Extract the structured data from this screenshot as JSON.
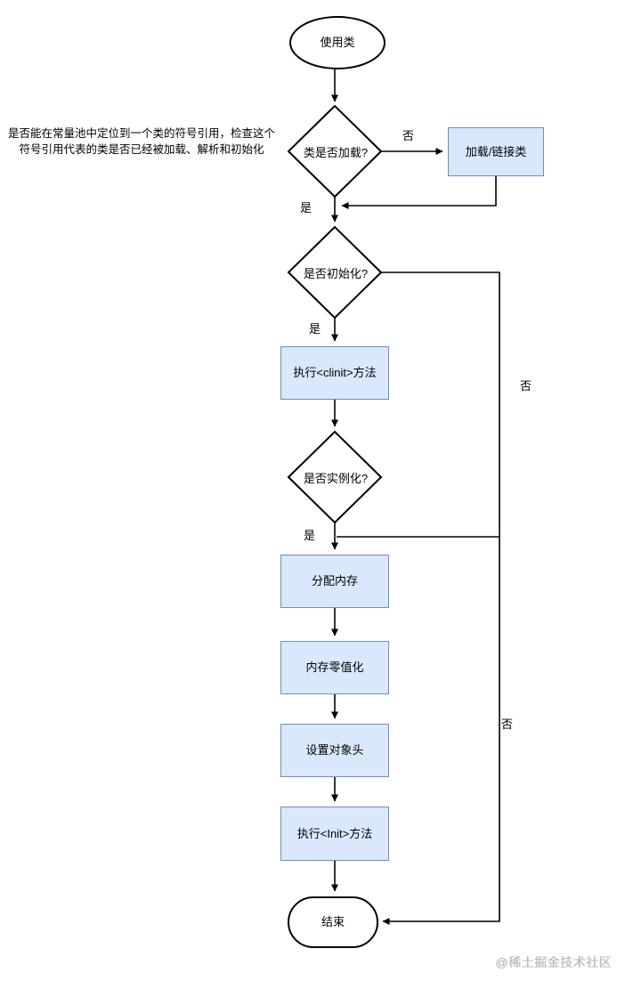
{
  "diagram": {
    "title": "class-loading-instantiation-flowchart",
    "annotation": {
      "line1": "是否能在常量池中定位到一个类的符号引用，检查这个",
      "line2": "符号引用代表的类是否已经被加载、解析和初始化"
    },
    "nodes": {
      "start": "使用类",
      "decision_loaded": "类是否加载?",
      "load_link": "加载/链接类",
      "decision_initialized": "是否初始化?",
      "exec_clinit": "执行<clinit>方法",
      "decision_instantiated": "是否实例化?",
      "allocate_memory": "分配内存",
      "zero_memory": "内存零值化",
      "set_object_header": "设置对象头",
      "exec_init": "执行<Init>方法",
      "end": "结束"
    },
    "branch_labels": {
      "yes1": "是",
      "no1": "否",
      "yes2": "是",
      "no2": "否",
      "yes3": "是",
      "no3": "否"
    },
    "watermark": "@稀土掘金技术社区",
    "colors": {
      "process_fill": "#dae8fc",
      "process_border": "#6c8ebf",
      "terminal_border": "#000000",
      "edge": "#000000",
      "watermark_text": "#b9b9b9",
      "background": "#ffffff"
    }
  }
}
